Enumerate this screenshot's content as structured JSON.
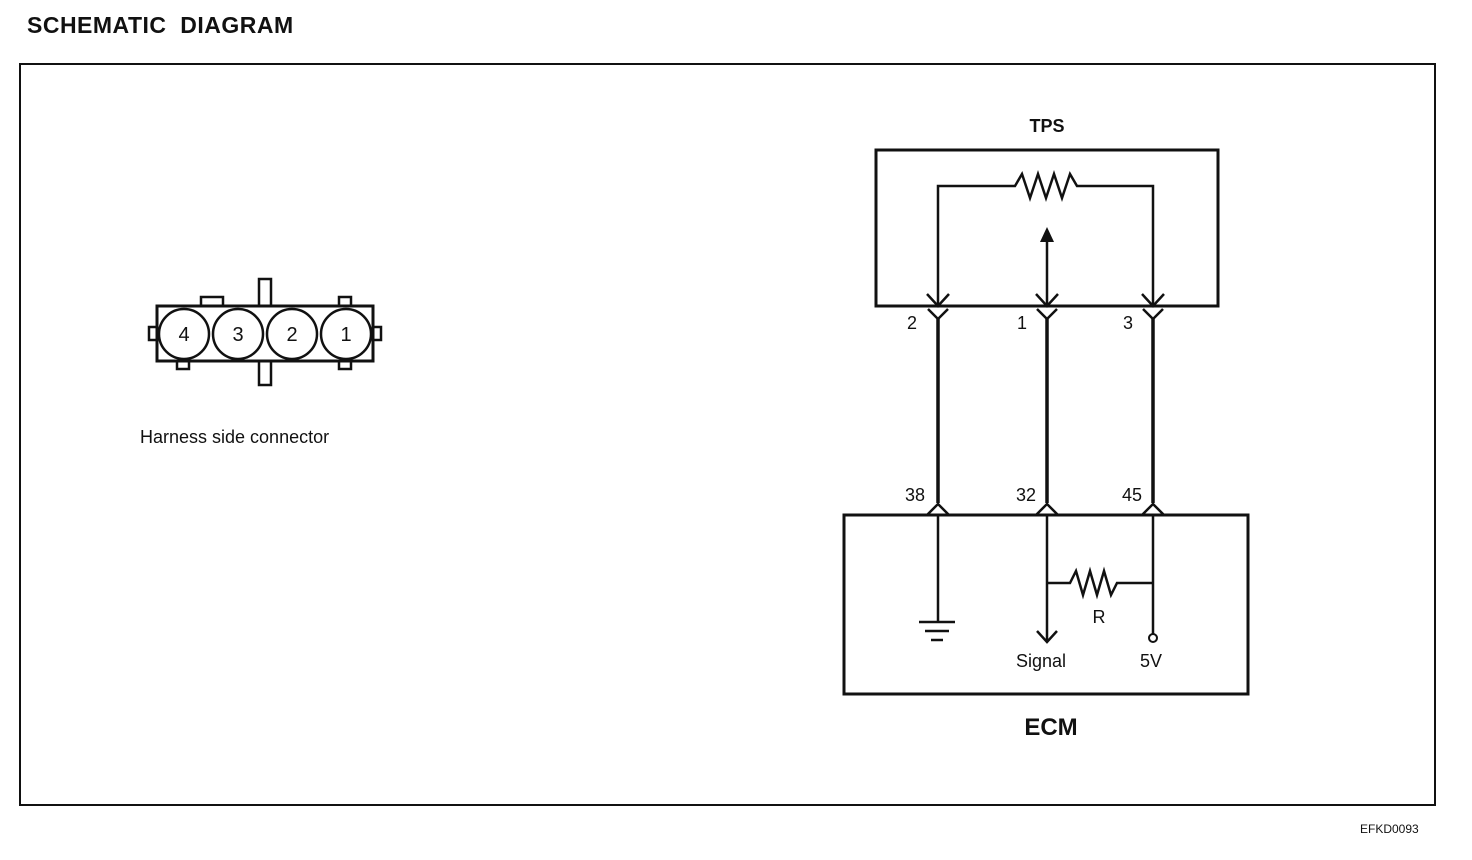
{
  "header": {
    "title": "SCHEMATIC  DIAGRAM"
  },
  "connector": {
    "pins": [
      "4",
      "3",
      "2",
      "1"
    ],
    "caption": "Harness side connector"
  },
  "tps": {
    "title": "TPS",
    "pins": [
      "2",
      "1",
      "3"
    ]
  },
  "ecm": {
    "title": "ECM",
    "pins": [
      "38",
      "32",
      "45"
    ],
    "resistor_label": "R",
    "signal_label": "Signal",
    "supply_label": "5V"
  },
  "figure_code": "EFKD0093"
}
